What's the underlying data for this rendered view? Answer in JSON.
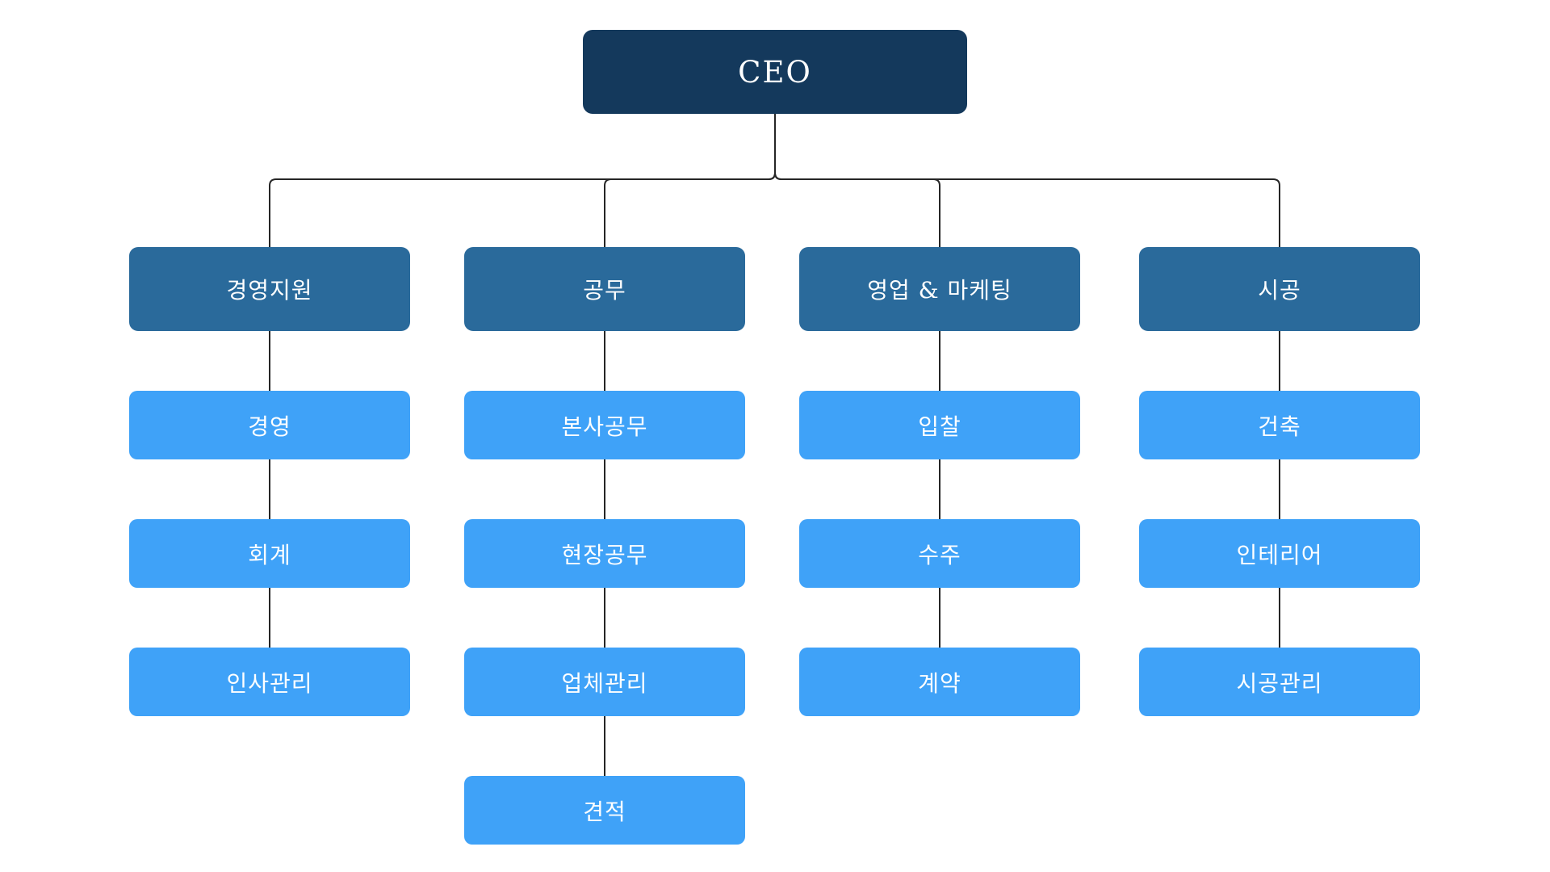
{
  "diagram": {
    "type": "org-chart",
    "root": {
      "id": "ceo",
      "label": "CEO"
    },
    "departments": [
      {
        "id": "dept-management-support",
        "label": "경영지원",
        "children": [
          {
            "id": "management",
            "label": "경영"
          },
          {
            "id": "accounting",
            "label": "회계"
          },
          {
            "id": "hr-management",
            "label": "인사관리"
          }
        ]
      },
      {
        "id": "dept-engineering",
        "label": "공무",
        "children": [
          {
            "id": "head-office-engineering",
            "label": "본사공무"
          },
          {
            "id": "site-engineering",
            "label": "현장공무"
          },
          {
            "id": "vendor-management",
            "label": "업체관리"
          },
          {
            "id": "estimation",
            "label": "견적"
          }
        ]
      },
      {
        "id": "dept-sales-marketing",
        "label": "영업 & 마케팅",
        "children": [
          {
            "id": "bidding",
            "label": "입찰"
          },
          {
            "id": "order-winning",
            "label": "수주"
          },
          {
            "id": "contract",
            "label": "계약"
          }
        ]
      },
      {
        "id": "dept-construction",
        "label": "시공",
        "children": [
          {
            "id": "architecture",
            "label": "건축"
          },
          {
            "id": "interior",
            "label": "인테리어"
          },
          {
            "id": "construction-management",
            "label": "시공관리"
          }
        ]
      }
    ],
    "colors": {
      "background": "#FFFFFF",
      "root_bg": "#14395C",
      "dept_bg": "#2A6A9B",
      "child_bg": "#3FA2F8",
      "text": "#FFFFFF",
      "connector": "#262626"
    }
  }
}
